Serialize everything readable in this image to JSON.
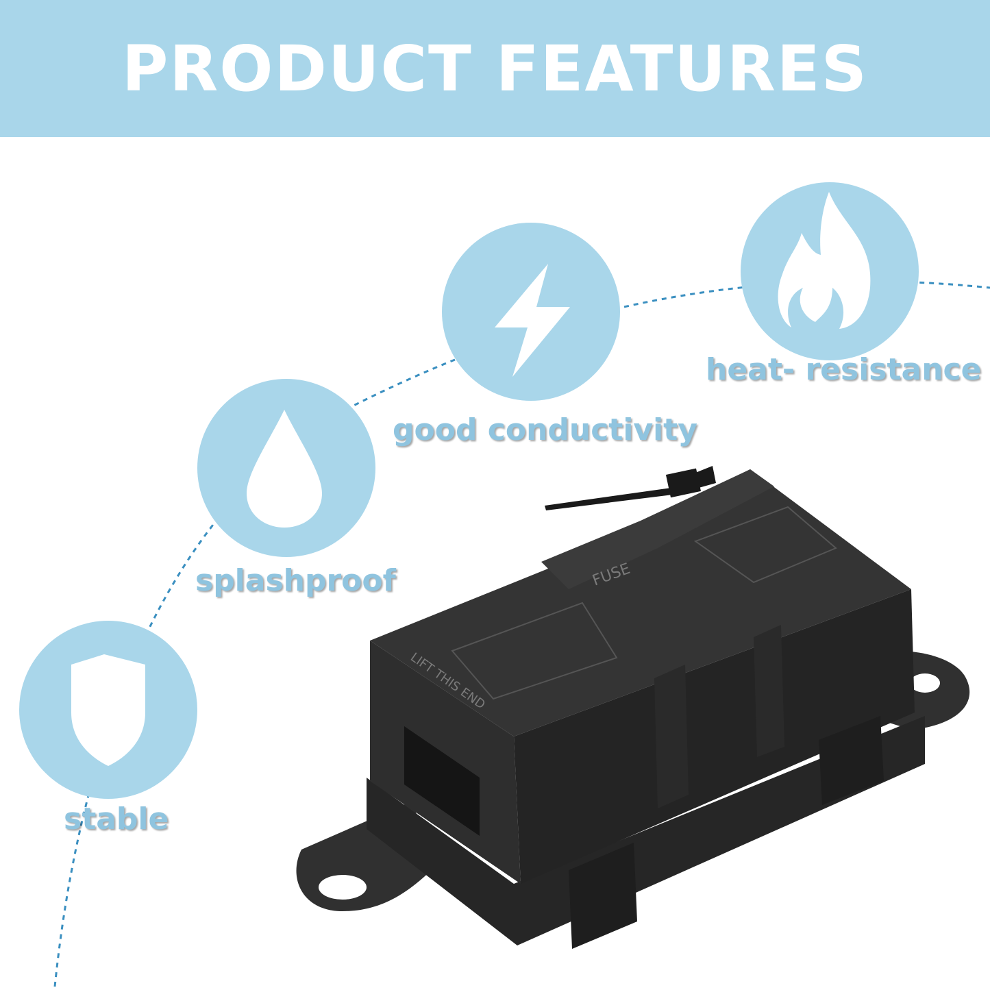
{
  "header": {
    "title": "PRODUCT FEATURES"
  },
  "features": [
    {
      "label": "stable",
      "icon": "shield-icon"
    },
    {
      "label": "splashproof",
      "icon": "water-drop-icon"
    },
    {
      "label": "good  conductivity",
      "icon": "lightning-bolt-icon"
    },
    {
      "label": "heat- resistance",
      "icon": "flame-icon"
    }
  ],
  "product": {
    "name": "fuse-holder",
    "lid_text": "FUSE",
    "side_text": "LIFT THIS END"
  },
  "colors": {
    "banner": "#a9d6ea",
    "circle": "#a9d6ea",
    "label": "#8fc4df",
    "dashed_arc": "#3a8fc0",
    "product_body": "#2b2b2b"
  }
}
